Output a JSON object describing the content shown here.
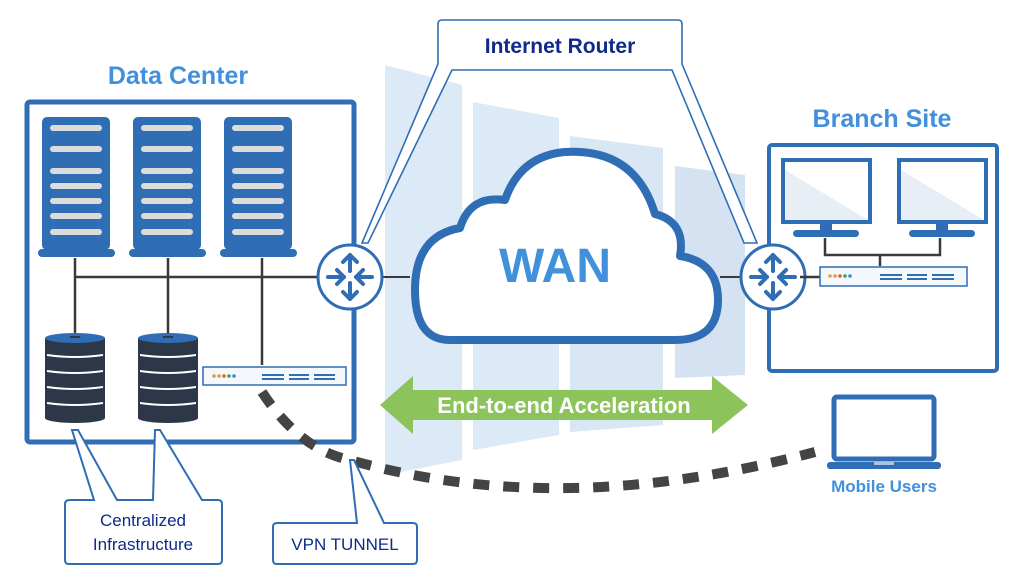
{
  "diagram": {
    "title_data_center": "Data Center",
    "title_branch_site": "Branch Site",
    "internet_router_label": "Internet Router",
    "wan_label": "WAN",
    "acceleration_label": "End-to-end Acceleration",
    "mobile_users_label": "Mobile Users",
    "callout_centralized_line1": "Centralized",
    "callout_centralized_line2": "Infrastructure",
    "callout_vpn": "VPN TUNNEL"
  },
  "nodes": [
    {
      "id": "data-center",
      "type": "site",
      "contains": [
        "server",
        "server",
        "server",
        "database",
        "database",
        "appliance",
        "router"
      ]
    },
    {
      "id": "wan",
      "type": "cloud"
    },
    {
      "id": "branch-site",
      "type": "site",
      "contains": [
        "monitor",
        "monitor",
        "appliance",
        "router"
      ]
    },
    {
      "id": "mobile-user",
      "type": "laptop"
    }
  ],
  "edges": [
    {
      "from": "data-center-router",
      "to": "wan",
      "style": "solid"
    },
    {
      "from": "wan",
      "to": "branch-router",
      "style": "solid"
    },
    {
      "from": "data-center-appliance",
      "to": "mobile-user",
      "style": "dashed",
      "label": "VPN TUNNEL"
    }
  ],
  "colors": {
    "primary_blue": "#2f6db5",
    "light_blue_text": "#4190dc",
    "navy_text": "#0f2a8a",
    "panel_blue": "#dce9f7",
    "accent_green": "#8dc35b",
    "db_dark": "#2c3747",
    "line_dark": "#3a3a3a",
    "led_colors": [
      "#e59a4a",
      "#e59a4a",
      "#d7642e",
      "#3aa361",
      "#2f8fd1"
    ]
  }
}
